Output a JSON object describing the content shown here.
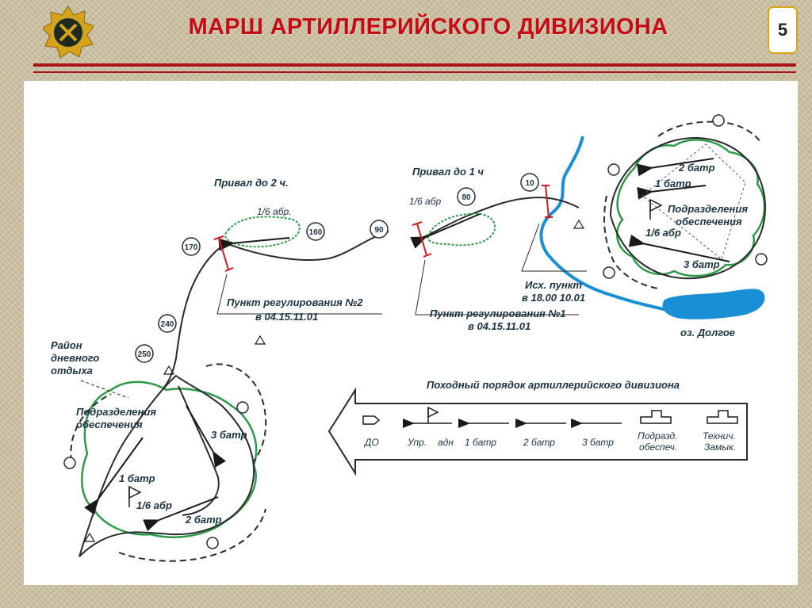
{
  "header": {
    "title": "МАРШ АРТИЛЛЕРИЙСКОГО ДИВИЗИОНА",
    "page_number": "5"
  },
  "colors": {
    "title_red": "#c40c14",
    "route_line": "#2a2a2a",
    "woods_green": "#2f9a4a",
    "water_blue": "#1a8fd6",
    "regulator_red": "#d0181e"
  },
  "icons": [
    "army-emblem-icon",
    "flag-icon",
    "triangle-marker-icon",
    "waypoint-circle-icon",
    "arrow-icon"
  ],
  "map": {
    "halts": {
      "halt_2h": "Привал до 2 ч.",
      "halt_1h": "Привал до 1 ч"
    },
    "markers": [
      "170",
      "160",
      "90",
      "80",
      "10",
      "240",
      "250"
    ],
    "halt_2h_unit": "1/6 абр.",
    "halt_1h_unit": "1/6 абр",
    "regulation_point_2": {
      "title": "Пункт регулирования №2",
      "time": "в 04.15.11.01"
    },
    "regulation_point_1": {
      "title": "Пункт регулирования №1",
      "time": "в 04.15.11.01"
    },
    "start_point": {
      "title": "Исх. пункт",
      "time": "в 18.00 10.01"
    },
    "lake": "оз. Долгое",
    "day_rest_area": [
      "Район",
      "дневного",
      "отдыха"
    ],
    "start_area": {
      "bat2": "2 батр",
      "bat1": "1 батр",
      "support": [
        "Подразделения",
        "обеспечения"
      ],
      "unit": "1/6 абр",
      "bat3": "3 батр"
    },
    "rest_area": {
      "support": [
        "Подразделения",
        "обеспечения"
      ],
      "bat3": "3 батр",
      "bat1": "1 батр",
      "unit": "1/6 абр",
      "bat2": "2 батр"
    }
  },
  "march_order": {
    "title": "Походный порядок артиллерийского дивизиона",
    "items": [
      "ДО",
      "Упр.",
      "адн",
      "1 батр",
      "2 батр",
      "3 батр",
      "Подразд.",
      "обеспеч.",
      "Технич.",
      "Замык."
    ]
  }
}
